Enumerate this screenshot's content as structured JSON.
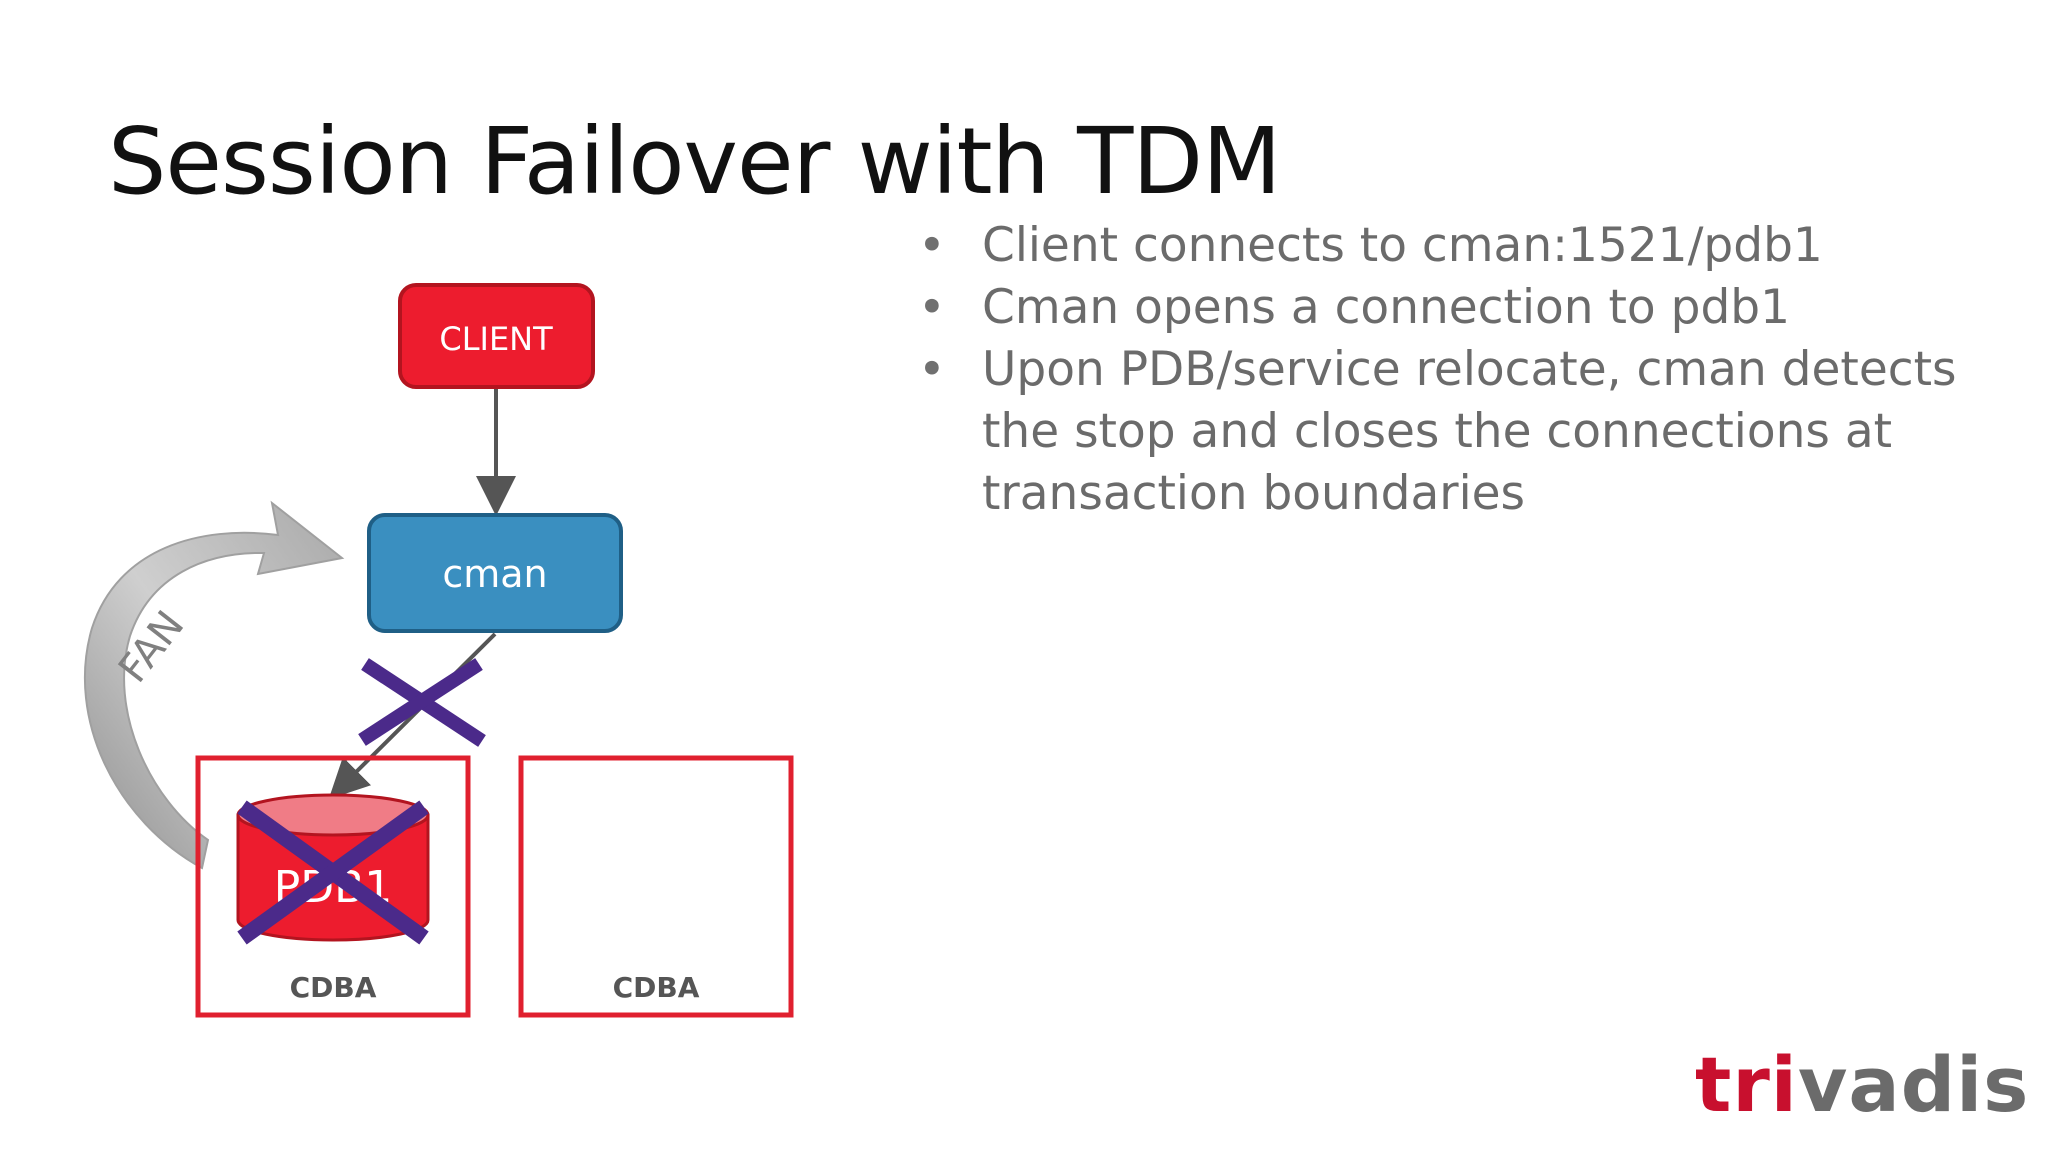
{
  "slide": {
    "title": "Session Failover with TDM",
    "bullets": [
      "Client connects to cman:1521/pdb1",
      "Cman opens a connection to pdb1",
      "Upon PDB/service relocate, cman detects the stop and closes the connections at transaction boundaries"
    ],
    "bullet_glyph": "•"
  },
  "diagram": {
    "client_label": "CLIENT",
    "cman_label": "cman",
    "fan_label": "FAN",
    "pdb_label": "PDB1",
    "cdb_left_label": "CDBA",
    "cdb_right_label": "CDBA",
    "colors": {
      "client_fill": "#ed1c2e",
      "cman_fill": "#3a8fc0",
      "cdb_border": "#e0202f",
      "cross": "#4b2a8a"
    }
  },
  "logo": {
    "accent": "tri",
    "rest": "vadis"
  }
}
